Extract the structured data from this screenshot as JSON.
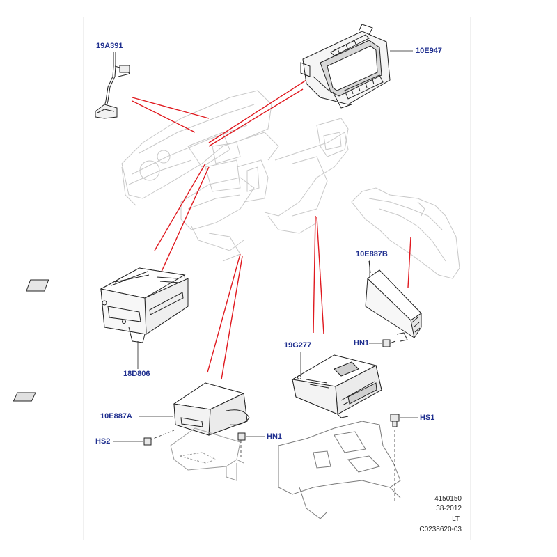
{
  "callouts": {
    "c19A391": "19A391",
    "c10E947": "10E947",
    "c10E887B": "10E887B",
    "cHN1_upper": "HN1",
    "c18D806": "18D806",
    "c19G277": "19G277",
    "c10E887A": "10E887A",
    "cHS2": "HS2",
    "cHN1_lower": "HN1",
    "cHS1": "HS1"
  },
  "reference": {
    "line1": "4150150",
    "line2": "38-2012",
    "line3": "LT",
    "line4": "C0238620-03"
  },
  "colors": {
    "callout_text": "#1f2f8f",
    "leader_red": "#e0191f",
    "part_line": "#222222",
    "ghost_line": "#c8c8c8"
  }
}
